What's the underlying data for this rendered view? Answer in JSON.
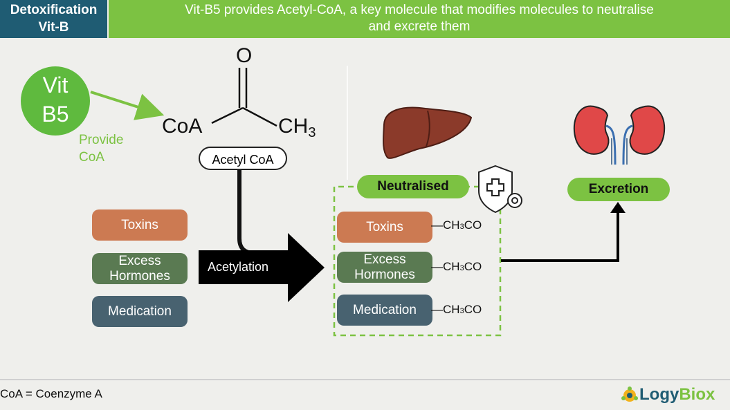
{
  "header": {
    "left_line1": "Detoxification",
    "left_line2": "Vit-B",
    "title_line1": "Vit-B5 provides Acetyl-CoA, a key molecule that modifies molecules to neutralise",
    "title_line2": "and excrete them"
  },
  "vitamin": {
    "line1": "Vit",
    "line2": "B5"
  },
  "provide": {
    "line1": "Provide",
    "line2": "CoA"
  },
  "molecule": {
    "coa": "CoA",
    "o": "O",
    "ch3_main": "CH",
    "ch3_sub": "3",
    "label": "Acetyl CoA"
  },
  "left_list": [
    {
      "label": "Toxins"
    },
    {
      "label_line1": "Excess",
      "label_line2": "Hormones"
    },
    {
      "label": "Medication"
    }
  ],
  "arrow_label": "Acetylation",
  "neutralised": "Neutralised",
  "right_list": [
    {
      "label": "Toxins"
    },
    {
      "label_line1": "Excess",
      "label_line2": "Hormones"
    },
    {
      "label": "Medication"
    }
  ],
  "group": {
    "pre": "—CH",
    "sub": "3",
    "post": "CO"
  },
  "excretion": "Excretion",
  "footnote": "CoA = Coenzyme A",
  "logo": {
    "part1": "Logy",
    "part2": "Biox"
  },
  "colors": {
    "navy": "#1f5c73",
    "green": "#7cc242",
    "toxin": "#cc7a52",
    "hormone": "#5a7a52",
    "medication": "#486270"
  }
}
